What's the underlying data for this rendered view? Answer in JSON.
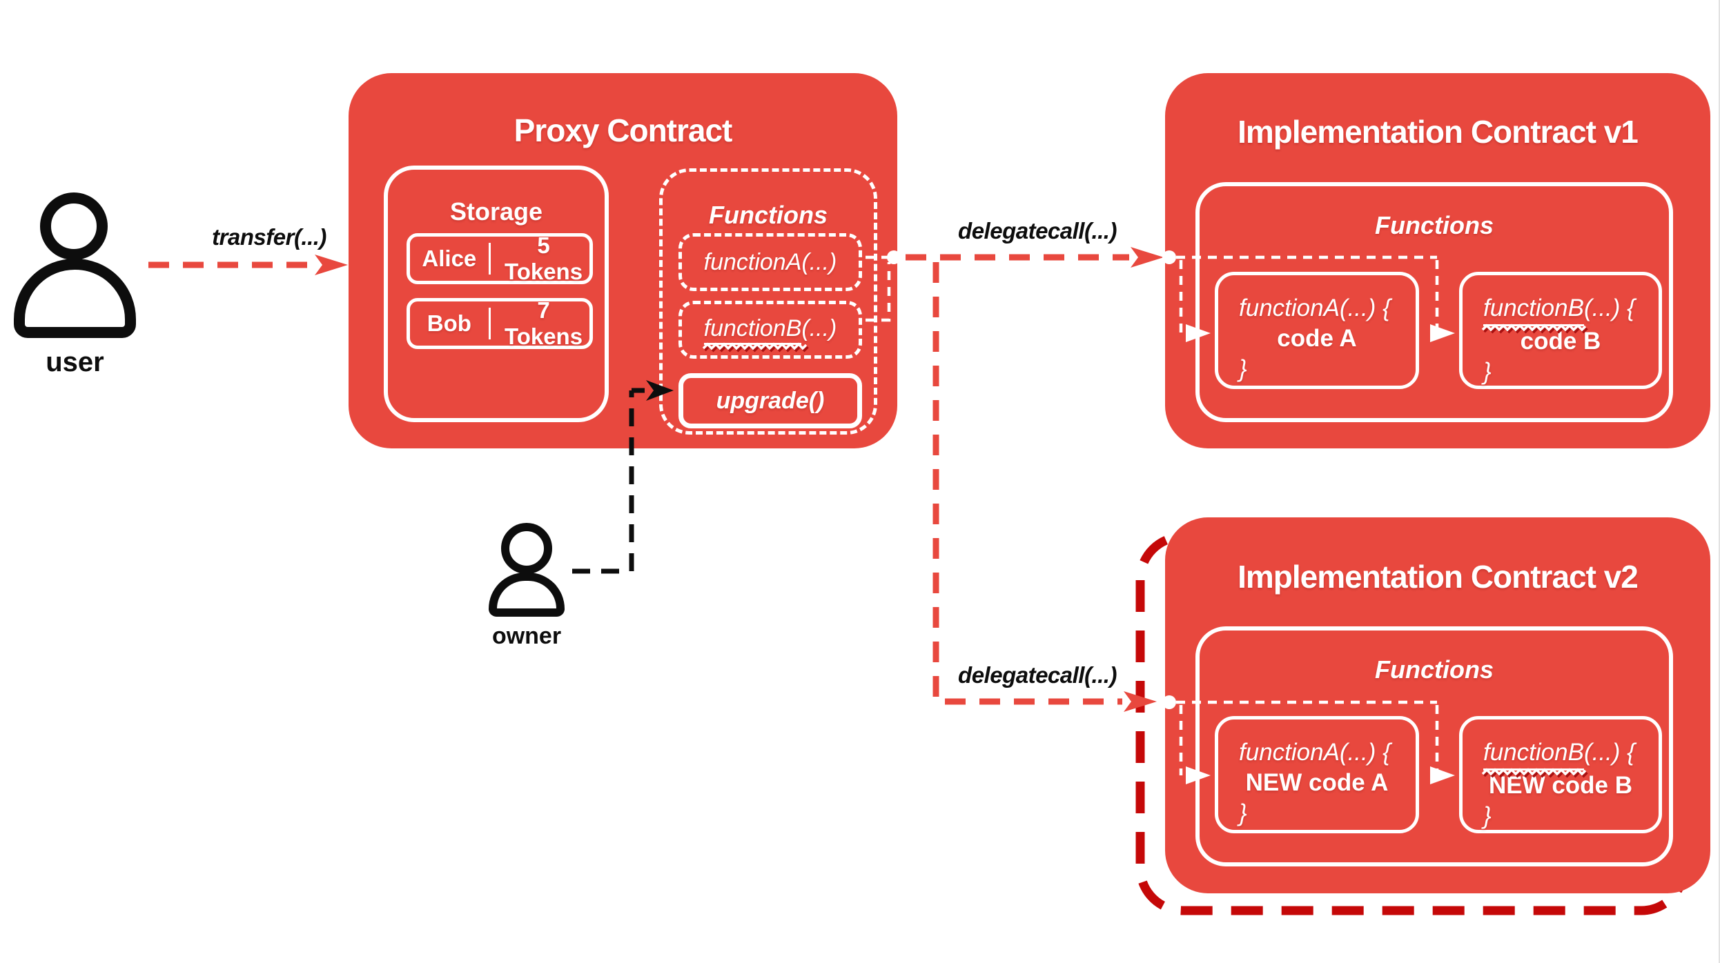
{
  "diagram": {
    "colors": {
      "box_red": "#E8483E",
      "dark_red_dash": "#C50808",
      "line_black": "#0D0D0D",
      "white": "#FFFFFF"
    },
    "actors": {
      "user_label": "user",
      "owner_label": "owner"
    },
    "flows": {
      "transfer": "transfer(...)",
      "delegatecall_v1": "delegatecall(...)",
      "delegatecall_v2": "delegatecall(...)"
    },
    "proxy": {
      "title": "Proxy Contract",
      "storage": {
        "title": "Storage",
        "rows": [
          {
            "name": "Alice",
            "value": "5 Tokens"
          },
          {
            "name": "Bob",
            "value": "7 Tokens"
          }
        ]
      },
      "functions": {
        "title": "Functions",
        "function_a": "functionA(...)",
        "function_b_name": "functionB",
        "function_b_args": "(...)",
        "upgrade": "upgrade()"
      }
    },
    "impl_v1": {
      "title": "Implementation Contract v1",
      "functions_title": "Functions",
      "function_a": {
        "sig": "functionA(...) {",
        "body": "code A",
        "close": "}"
      },
      "function_b": {
        "name": "functionB",
        "args": "(...) {",
        "body": "code B",
        "close": "}"
      }
    },
    "impl_v2": {
      "title": "Implementation Contract v2",
      "functions_title": "Functions",
      "function_a": {
        "sig": "functionA(...) {",
        "body": "NEW code A",
        "close": "}"
      },
      "function_b": {
        "name": "functionB",
        "args": "(...) {",
        "body": "NEW code B",
        "close": "}"
      }
    }
  }
}
